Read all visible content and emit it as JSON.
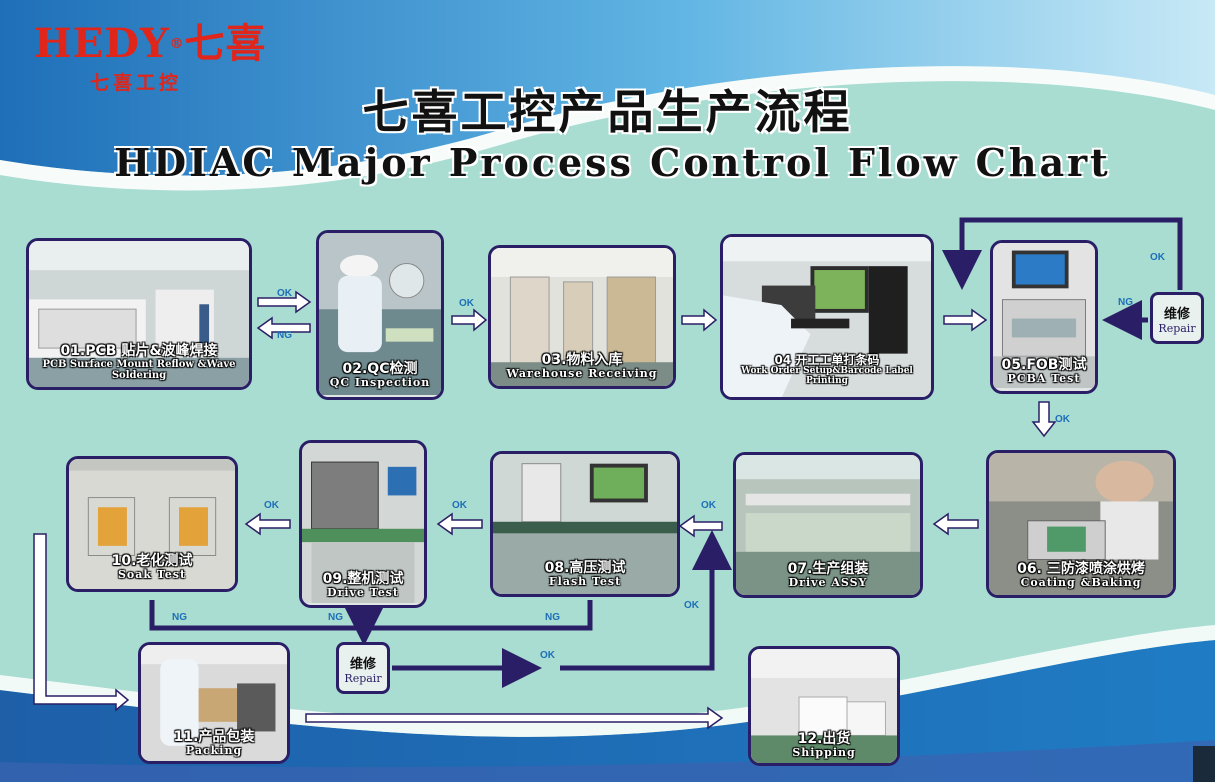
{
  "logo": {
    "brand": "HEDY",
    "brand_cn": "七喜",
    "sub": "七喜工控"
  },
  "title_cn": "七喜工控产品生产流程",
  "title_en": "HDIAC Major Process Control Flow Chart",
  "steps": [
    {
      "cn": "01.PCB 贴片&波峰焊接",
      "en": "PCB Surface Mount Reflow &Wave Soldering"
    },
    {
      "cn": "02.QC检测",
      "en": "QC Inspection"
    },
    {
      "cn": "03.物料入库",
      "en": "Warehouse Receiving"
    },
    {
      "cn": "04 开工工单打条码",
      "en": "Work Order Setup&Barcode Label Printing"
    },
    {
      "cn": "05.FOB测试",
      "en": "PCBA Test"
    },
    {
      "cn": "06. 三防漆喷涂烘烤",
      "en": "Coating &Baking"
    },
    {
      "cn": "07.生产组装",
      "en": "Drive ASSY"
    },
    {
      "cn": "08.高压测试",
      "en": "Flash Test"
    },
    {
      "cn": "09.整机测试",
      "en": "Drive Test"
    },
    {
      "cn": "10.老化测试",
      "en": "Soak Test"
    },
    {
      "cn": "11.产品包装",
      "en": "Packing"
    },
    {
      "cn": "12.出货",
      "en": "Shipping"
    }
  ],
  "repair": {
    "cn": "维修",
    "en": "Repair"
  },
  "labels": {
    "ok": "OK",
    "ng": "NG"
  },
  "colors": {
    "frame": "#2a1f66",
    "label": "#1d6fb8",
    "brand": "#e0251b"
  }
}
